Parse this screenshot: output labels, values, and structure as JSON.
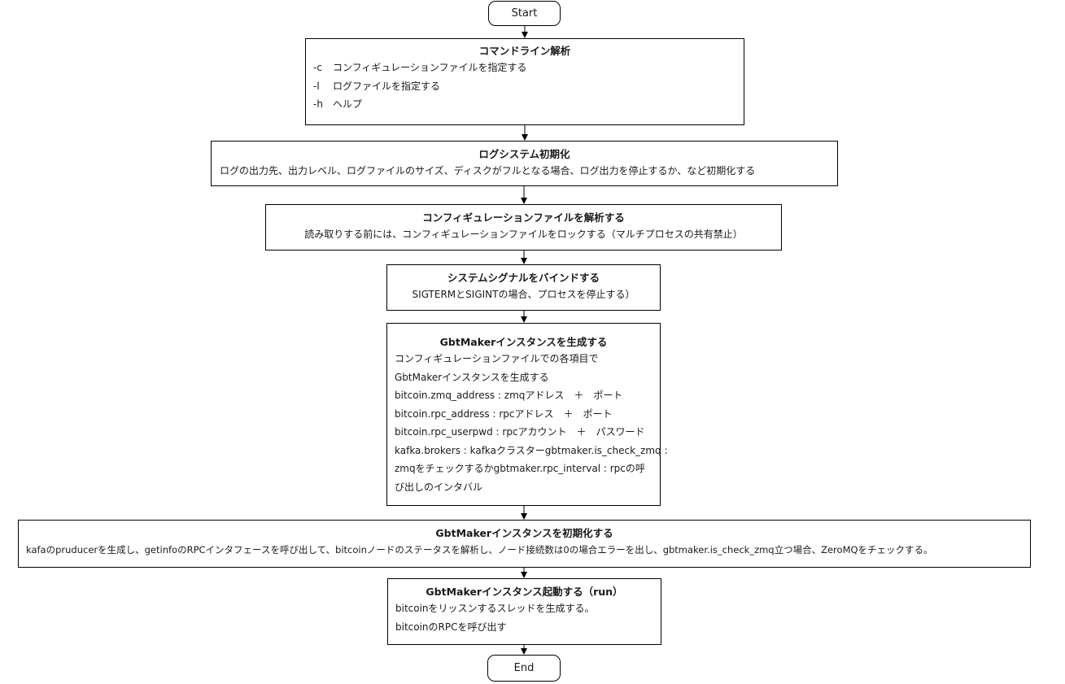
{
  "flow": {
    "start": "Start",
    "end": "End",
    "steps": [
      {
        "title": "コマンドライン解析",
        "options": [
          {
            "flag": "-c",
            "desc": "コンフィギュレーションファイルを指定する"
          },
          {
            "flag": "-l",
            "desc": "ログファイルを指定する"
          },
          {
            "flag": "-h",
            "desc": "ヘルプ"
          }
        ]
      },
      {
        "title": "ログシステム初期化",
        "lines": [
          "ログの出力先、出力レベル、ログファイルのサイズ、ディスクがフルとなる場合、ログ出力を停止するか、など初期化する"
        ]
      },
      {
        "title": "コンフィギュレーションファイルを解析する",
        "lines": [
          "読み取りする前には、コンフィギュレーションファイルをロックする（マルチプロセスの共有禁止）"
        ]
      },
      {
        "title": "システムシグナルをバインドする",
        "lines": [
          "SIGTERMとSIGINTの場合、プロセスを停止する）"
        ]
      },
      {
        "title": "GbtMakerインスタンスを生成する",
        "lines": [
          "コンフィギュレーションファイルでの各項目で",
          "GbtMakerインスタンスを生成する",
          "bitcoin.zmq_address : zmqアドレス　＋　ポート",
          "bitcoin.rpc_address : rpcアドレス　＋　ポート",
          "bitcoin.rpc_userpwd : rpcアカウント　＋　パスワード",
          "kafka.brokers : kafkaクラスターgbtmaker.is_check_zmq :",
          "zmqをチェックするかgbtmaker.rpc_interval : rpcの呼",
          "び出しのインタバル"
        ]
      },
      {
        "title": "GbtMakerインスタンスを初期化する",
        "lines": [
          "kafaのpruducerを生成し、getinfoのRPCインタフェースを呼び出して、bitcoinノードのステータスを解析し、ノード接続数は0の場合エラーを出し、gbtmaker.is_check_zmq立つ場合、ZeroMQをチェックする。"
        ]
      },
      {
        "title": "GbtMakerインスタンス起動する（run）",
        "lines": [
          "bitcoinをリッスンするスレッドを生成する。",
          "bitcoinのRPCを呼び出す"
        ]
      }
    ]
  }
}
